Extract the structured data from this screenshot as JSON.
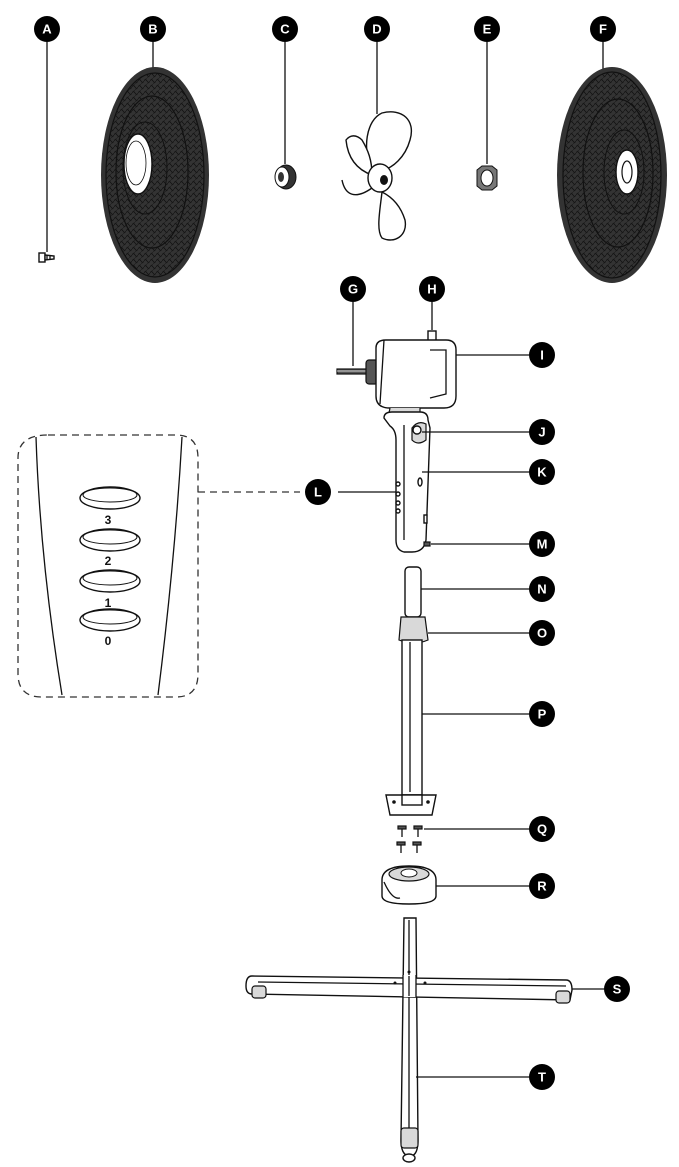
{
  "parts": {
    "A": "A",
    "B": "B",
    "C": "C",
    "D": "D",
    "E": "E",
    "F": "F",
    "G": "G",
    "H": "H",
    "I": "I",
    "J": "J",
    "K": "K",
    "L": "L",
    "M": "M",
    "N": "N",
    "O": "O",
    "P": "P",
    "Q": "Q",
    "R": "R",
    "S": "S",
    "T": "T"
  },
  "control_panel": {
    "buttons": [
      "3",
      "2",
      "1",
      "0"
    ]
  },
  "colors": {
    "ink": "#111111",
    "label_fill": "#000000",
    "panel_border": "#333333"
  }
}
